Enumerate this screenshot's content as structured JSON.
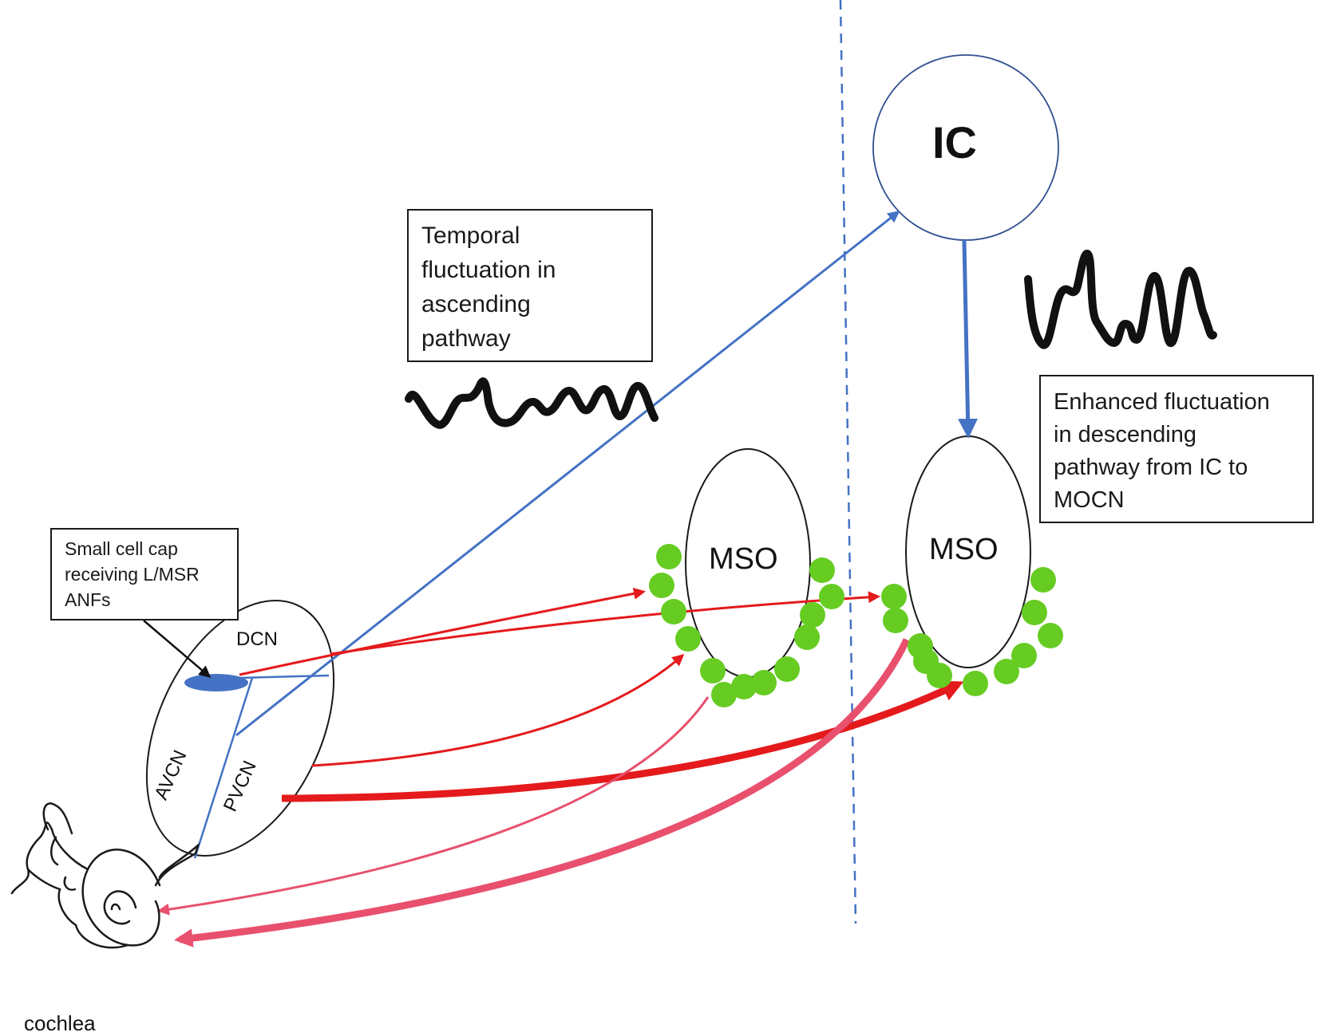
{
  "nodes": {
    "ic": "IC",
    "mso_left": "MSO",
    "mso_right": "MSO",
    "dcn": "DCN",
    "avcn": "AVCN",
    "pvcn": "PVCN",
    "cochlea": "cochlea"
  },
  "annotations": {
    "ascending_lines": [
      "Temporal",
      "fluctuation in",
      "ascending",
      "pathway"
    ],
    "descending_lines": [
      "Enhanced fluctuation",
      "in descending",
      "pathway from IC to",
      "MOCN"
    ],
    "small_cap_lines": [
      "Small cell cap",
      "receiving L/MSR",
      "ANFs"
    ]
  },
  "colors": {
    "ascending_blue": "#4472c4",
    "excitatory_red": "#e41a1c",
    "efferent_pink": "#e8506e",
    "cell_green": "#66cc22",
    "outline": "#1a1a1a"
  }
}
